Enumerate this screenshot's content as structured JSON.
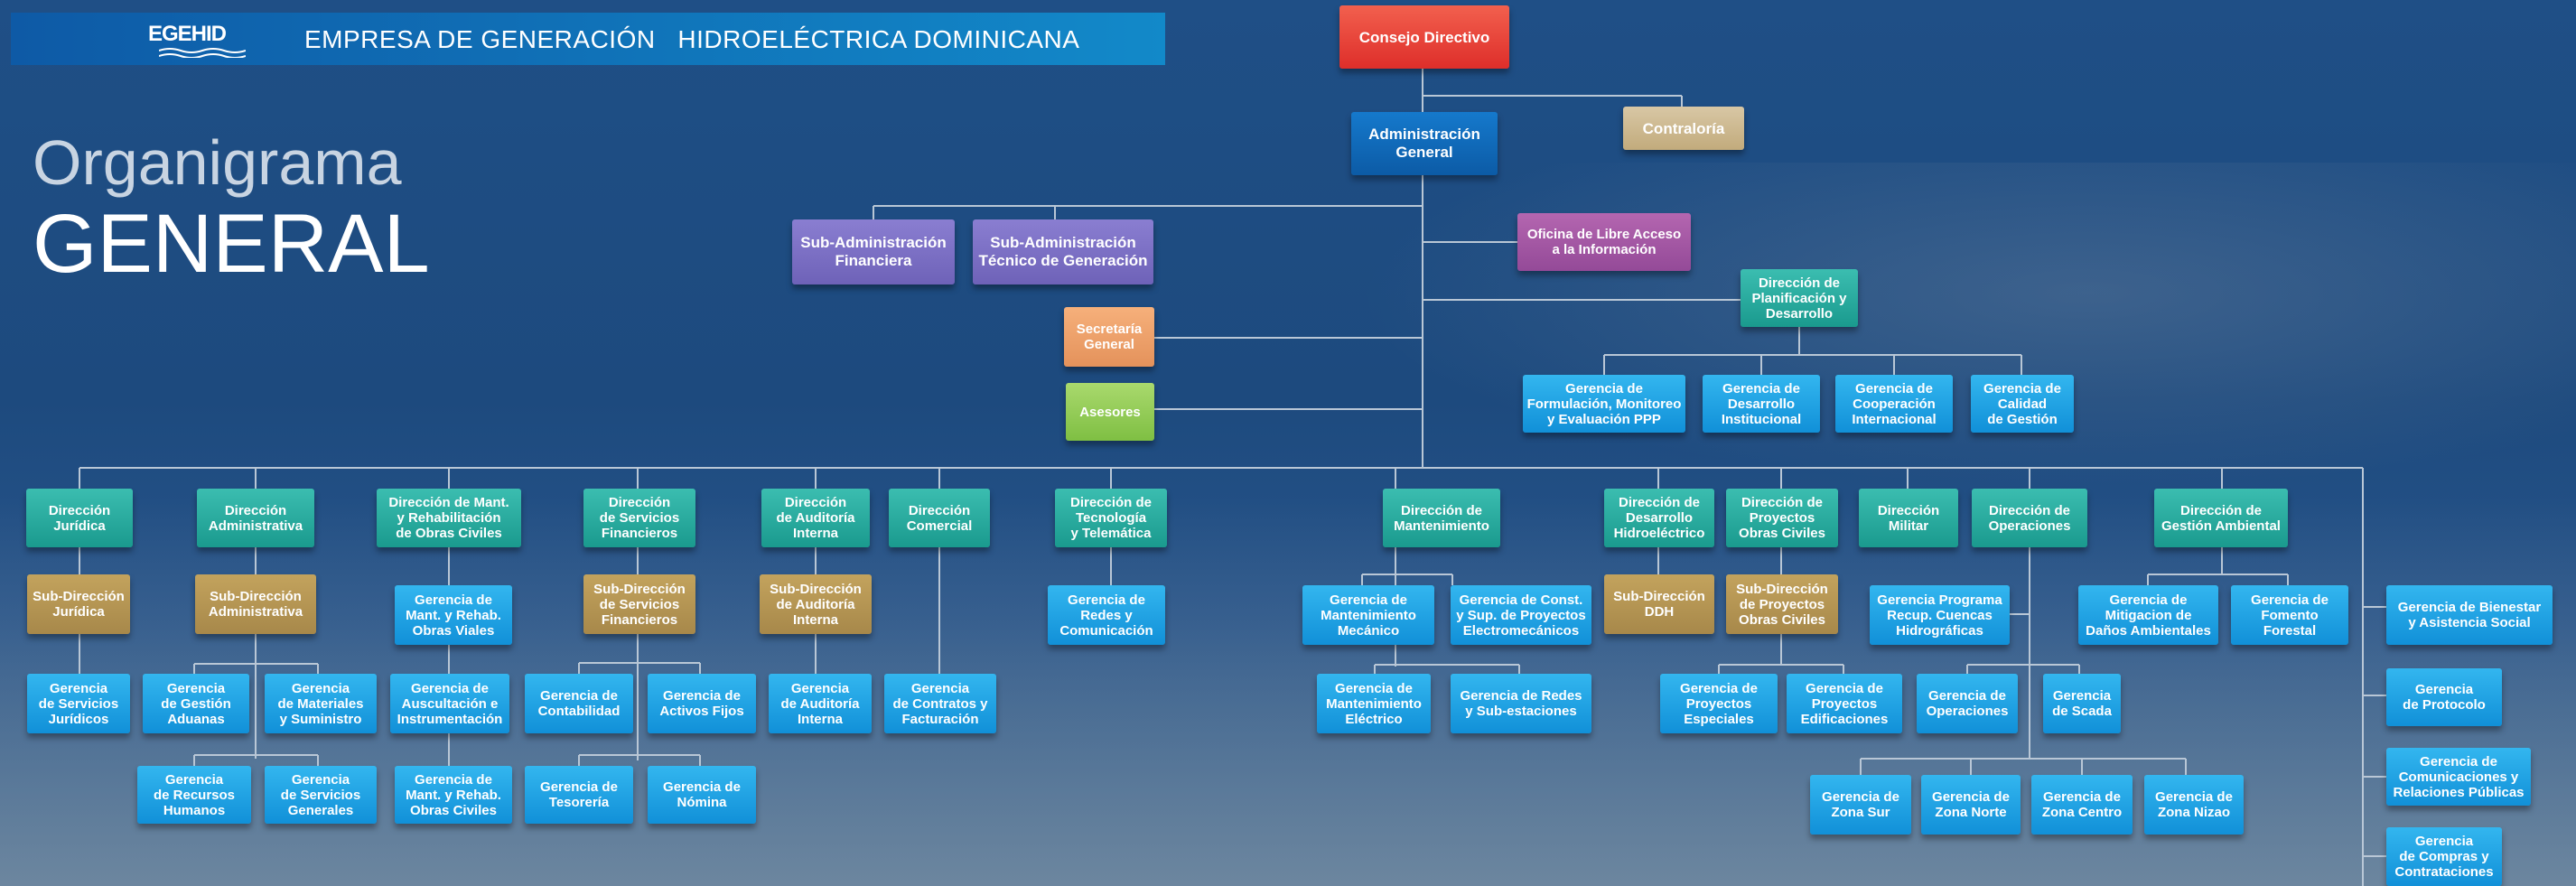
{
  "header": {
    "logo_text": "EGEHID",
    "company": "EMPRESA DE GENERACIÓN   HIDROELÉCTRICA DOMINICANA"
  },
  "title": {
    "line1": "Organigrama",
    "line2": "GENERAL"
  },
  "nodes": {
    "consejo": "Consejo Directivo",
    "admin": "Administración\nGeneral",
    "contraloria": "Contraloría",
    "sub_fin": "Sub-Administración\nFinanciera",
    "sub_tec": "Sub-Administración\nTécnico de Generación",
    "libre_acceso": "Oficina de Libre Acceso\na la Información",
    "planificacion": "Dirección de\nPlanificación y\nDesarrollo",
    "secretaria": "Secretaría\nGeneral",
    "asesores": "Asesores",
    "g_formulacion": "Gerencia de\nFormulación, Monitoreo\ny Evaluación PPP",
    "g_desarrollo_inst": "Gerencia de\nDesarrollo\nInstitucional",
    "g_cooperacion": "Gerencia de\nCooperación\nInternacional",
    "g_calidad": "Gerencia de\nCalidad\nde Gestión",
    "d_juridica": "Dirección\nJurídica",
    "sd_juridica": "Sub-Dirección\nJurídica",
    "g_serv_juridicos": "Gerencia\nde Servicios\nJurídicos",
    "d_administrativa": "Dirección\nAdministrativa",
    "sd_administrativa": "Sub-Dirección\nAdministrativa",
    "g_aduanas": "Gerencia\nde Gestión\nAduanas",
    "g_materiales": "Gerencia\nde Materiales\ny Suministro",
    "g_rrhh": "Gerencia\nde Recursos\nHumanos",
    "g_serv_generales": "Gerencia\nde Servicios\nGenerales",
    "d_mant_rehab": "Dirección de Mant.\ny Rehabilitación\nde Obras Civiles",
    "g_mant_viales": "Gerencia de\nMant. y Rehab.\nObras Viales",
    "g_auscultacion": "Gerencia de\nAuscultación e\nInstrumentación",
    "g_mant_civiles": "Gerencia de\nMant. y Rehab.\nObras Civiles",
    "d_serv_fin": "Dirección\nde Servicios\nFinancieros",
    "sd_serv_fin": "Sub-Dirección\nde Servicios\nFinancieros",
    "g_contabilidad": "Gerencia de\nContabilidad",
    "g_activos": "Gerencia de\nActivos Fijos",
    "g_tesoreria": "Gerencia de\nTesorería",
    "g_nomina": "Gerencia de\nNómina",
    "d_auditoria": "Dirección\nde Auditoría\nInterna",
    "sd_auditoria": "Sub-Dirección\nde Auditoría\nInterna",
    "g_auditoria": "Gerencia\nde Auditoría\nInterna",
    "d_comercial": "Dirección\nComercial",
    "g_contratos": "Gerencia\nde Contratos y\nFacturación",
    "d_tecnologia": "Dirección de\nTecnología\ny Telemática",
    "g_redes_com": "Gerencia de\nRedes y\nComunicación",
    "d_mantenimiento": "Dirección de\nMantenimiento",
    "g_mant_mecanico": "Gerencia de\nMantenimiento\nMecánico",
    "g_const_sup": "Gerencia de Const.\ny Sup. de Proyectos\nElectromecánicos",
    "g_mant_electrico": "Gerencia de\nMantenimiento\nEléctrico",
    "g_redes_sub": "Gerencia de Redes\ny  Sub-estaciones",
    "d_hidroelectrico": "Dirección de\nDesarrollo\nHidroeléctrico",
    "sd_ddh": "Sub-Dirección\nDDH",
    "d_proy_civiles": "Dirección de\nProyectos\nObras Civiles",
    "sd_proy_civiles": "Sub-Dirección\nde Proyectos\nObras Civiles",
    "g_proy_especiales": "Gerencia de\nProyectos\nEspeciales",
    "g_proy_edificaciones": "Gerencia de\nProyectos\nEdificaciones",
    "d_militar": "Dirección\nMilitar",
    "d_operaciones": "Dirección de\nOperaciones",
    "g_cuencas": "Gerencia Programa\nRecup. Cuencas\nHidrográficas",
    "g_operaciones": "Gerencia de\nOperaciones",
    "g_scada": "Gerencia\nde Scada",
    "g_zona_sur": "Gerencia de\nZona Sur",
    "g_zona_norte": "Gerencia de\nZona Norte",
    "g_zona_centro": "Gerencia de\nZona Centro",
    "g_zona_nizao": "Gerencia de\nZona Nizao",
    "d_ambiental": "Dirección de\nGestión Ambiental",
    "g_mitigacion": "Gerencia de\nMitigacion de\nDaños Ambientales",
    "g_fomento": "Gerencia de\nFomento\nForestal",
    "g_bienestar": "Gerencia de Bienestar\ny Asistencia Social",
    "g_protocolo": "Gerencia\nde Protocolo",
    "g_comunicaciones": "Gerencia de\nComunicaciones y\nRelaciones Públicas",
    "g_compras": "Gerencia\nde Compras y\nContrataciones"
  }
}
